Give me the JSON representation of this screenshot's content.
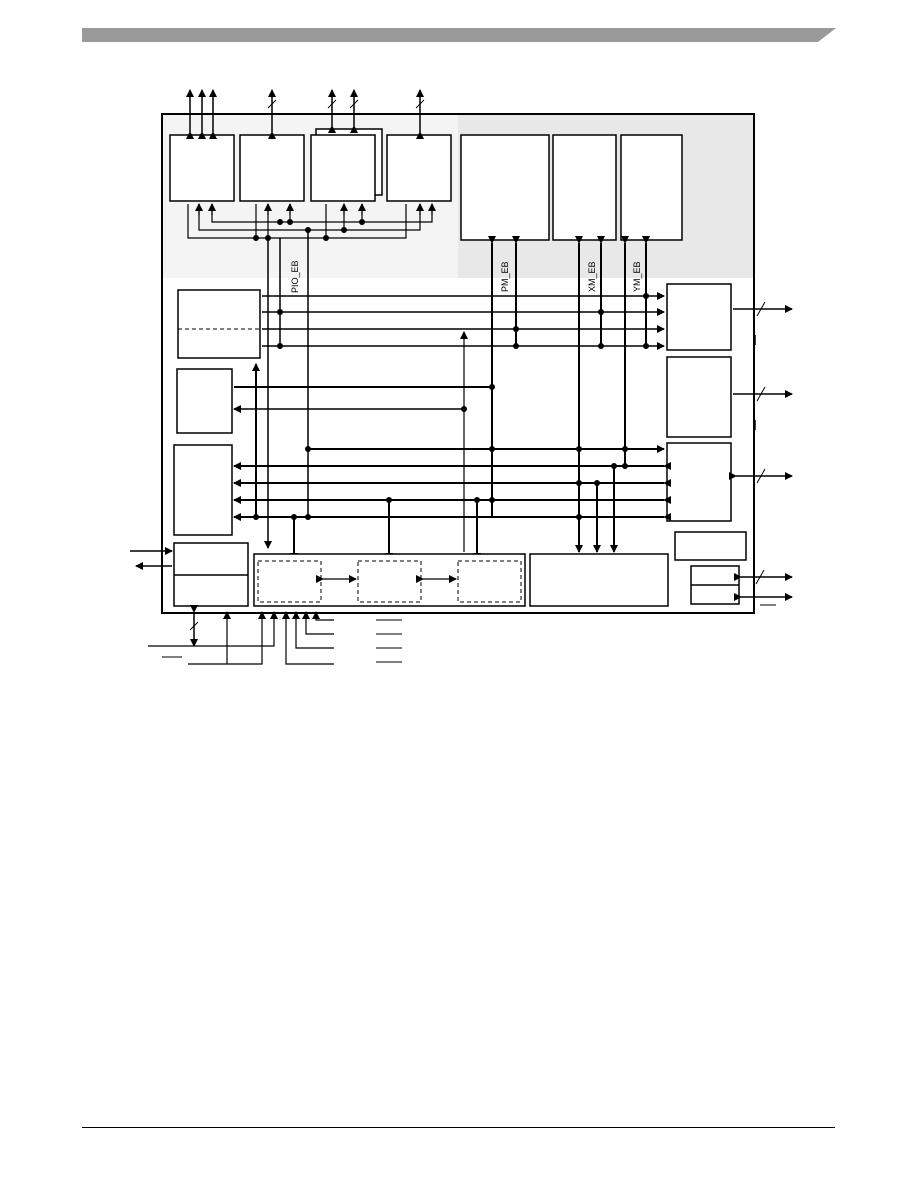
{
  "header": {
    "bar_color": "#9a9a9a"
  },
  "diagram": {
    "shade_color": "#e8e8e8",
    "ext_shade_color": "#f4f4f4",
    "bus_labels": {
      "pio_eb": "PIO_EB",
      "pm_eb": "PM_EB",
      "xm_eb": "XM_EB",
      "ym_eb": "YM_EB"
    }
  }
}
